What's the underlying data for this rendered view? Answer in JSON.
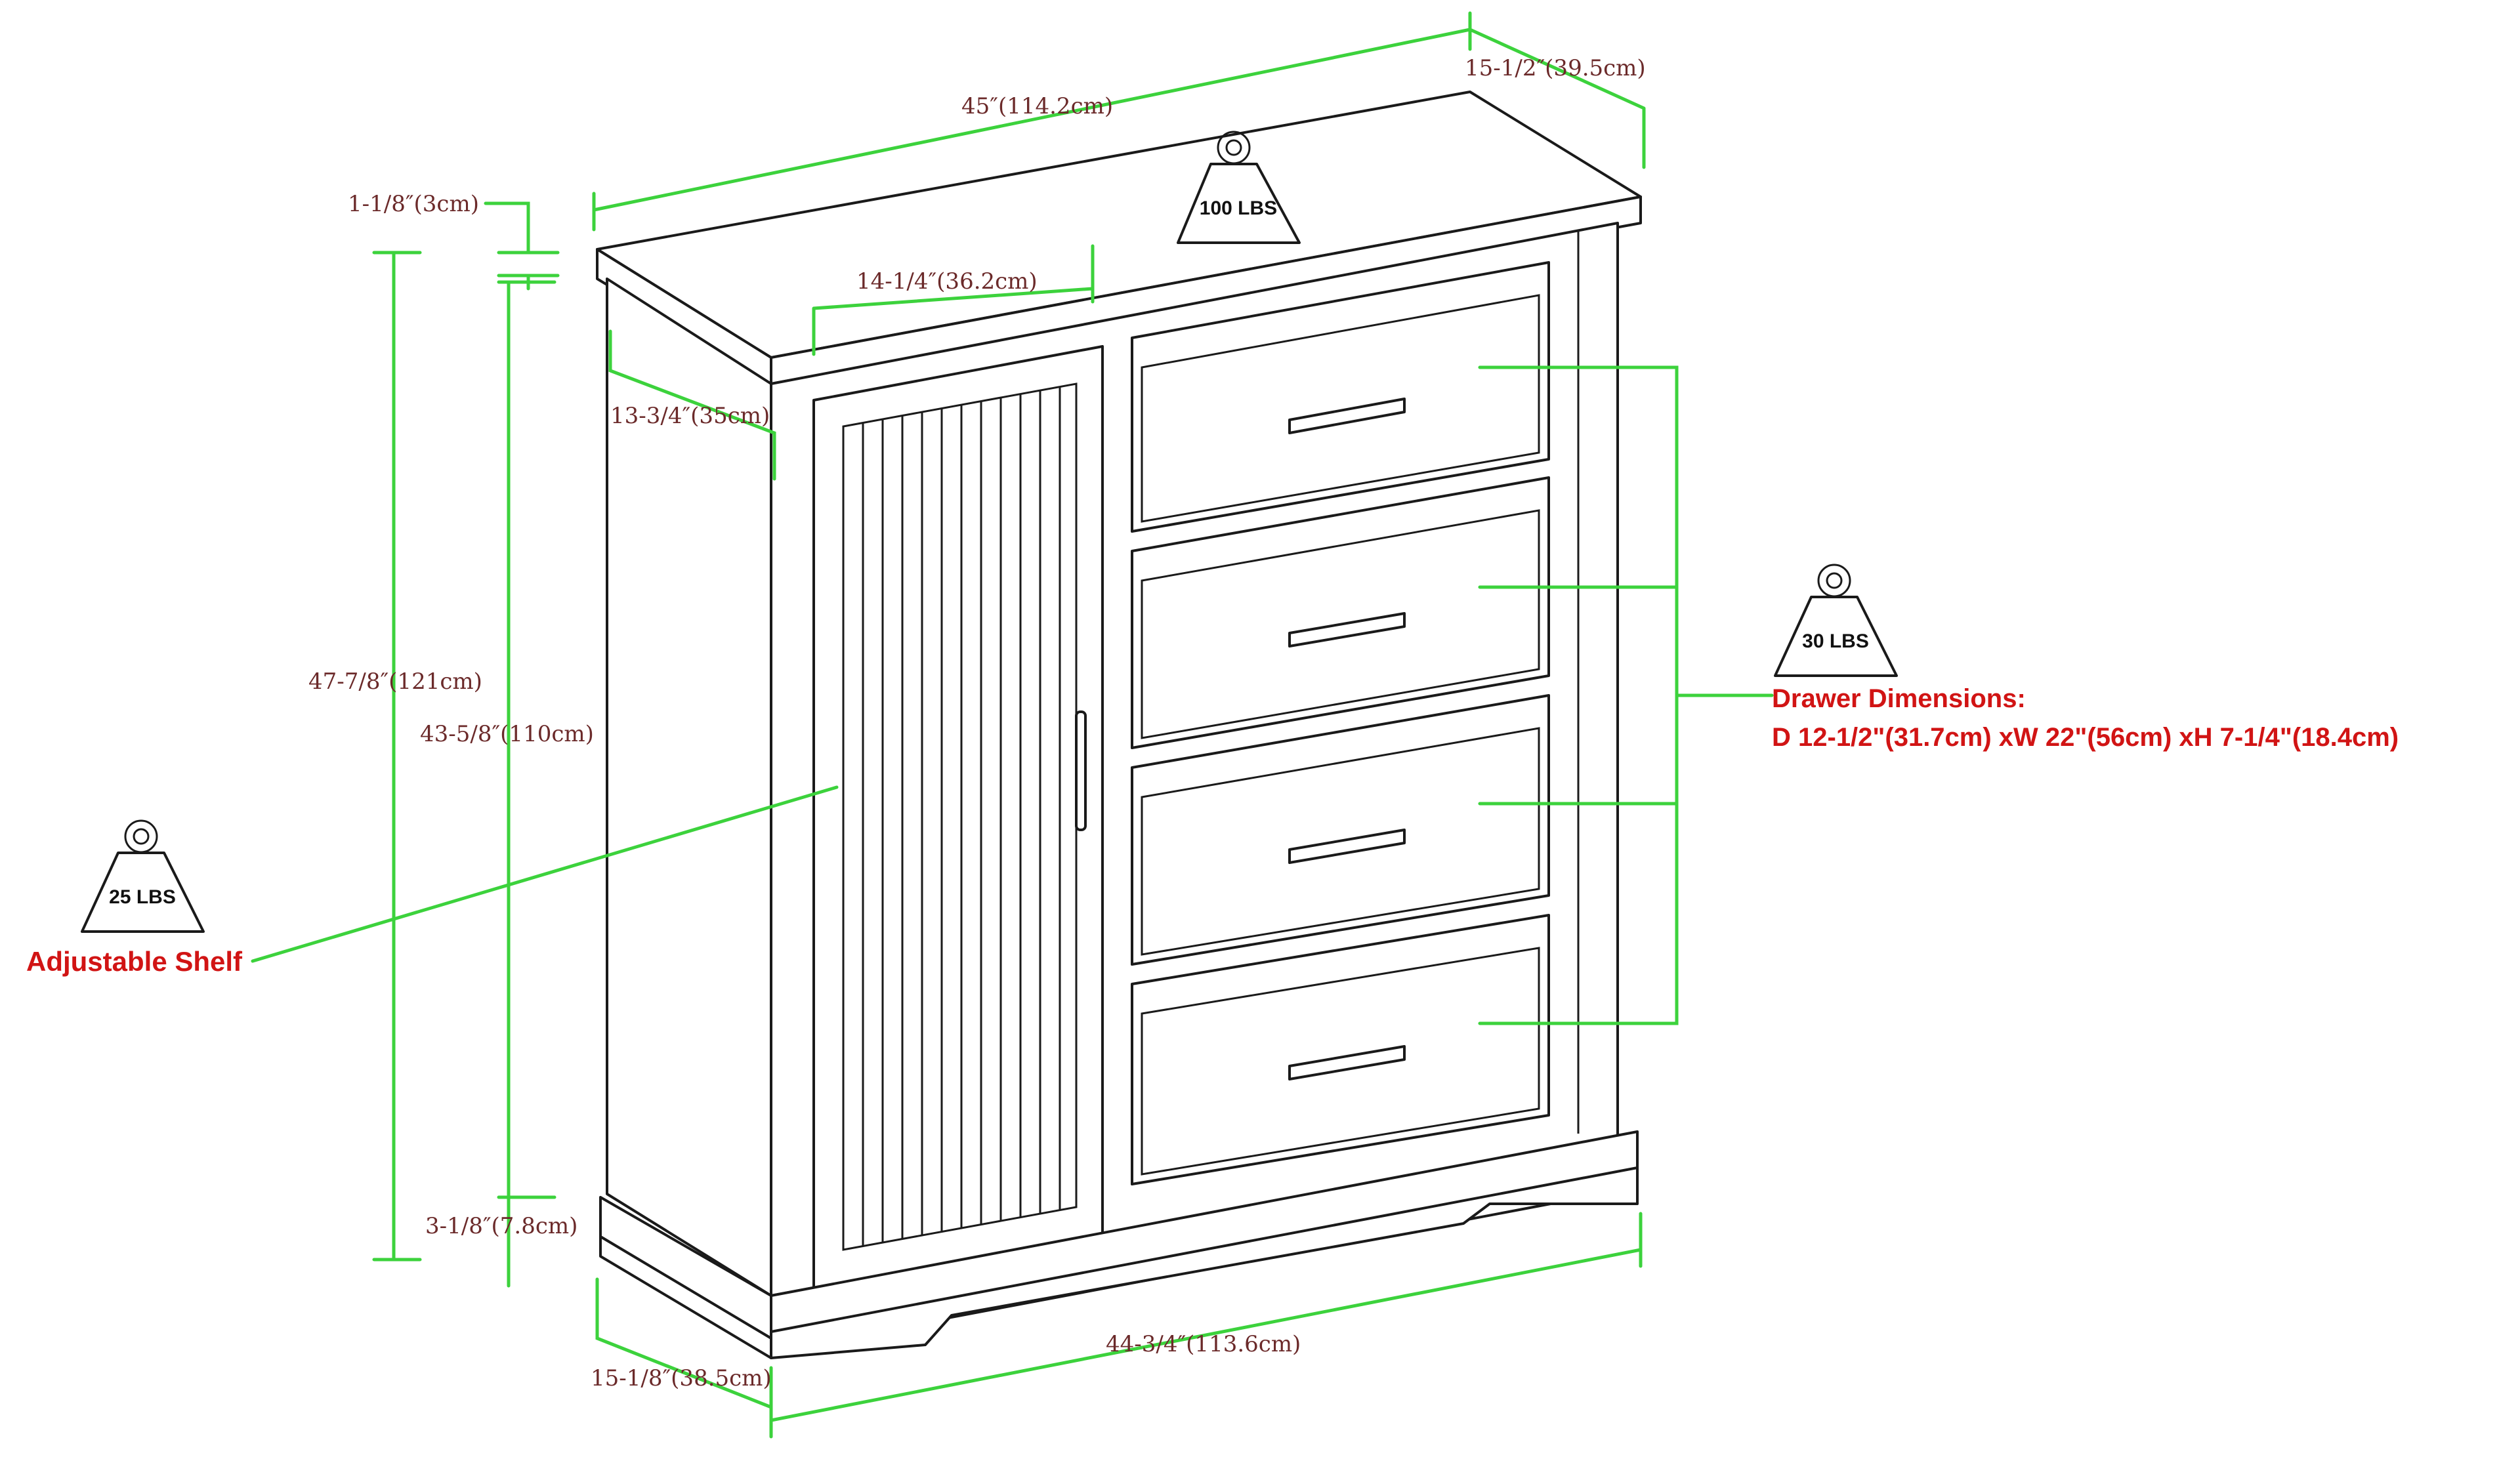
{
  "dimensions": {
    "width_top": "45″(114.2cm)",
    "depth_top": "15-1/2″(39.5cm)",
    "top_thickness": "1-1/8″(3cm)",
    "door_width": "14-1/4″(36.2cm)",
    "side_depth": "13-3/4″(35cm)",
    "total_height": "47-7/8″(121cm)",
    "inner_height": "43-5/8″(110cm)",
    "base_height": "3-1/8″(7.8cm)",
    "base_depth": "15-1/8″(38.5cm)",
    "width_bottom": "44-3/4″(113.6cm)"
  },
  "weights": {
    "top": "100 LBS",
    "drawers": "30 LBS",
    "shelf": "25 LBS"
  },
  "callouts": {
    "drawer_title": "Drawer Dimensions:",
    "drawer_detail": "D 12-1/2\"(31.7cm) xW 22\"(56cm) xH 7-1/4\"(18.4cm)",
    "shelf": "Adjustable Shelf"
  },
  "colors": {
    "dimension_line": "#3cd23c",
    "callout_text": "#d11414",
    "dimension_text": "#6b2a2a",
    "outline": "#1a1a1a"
  }
}
